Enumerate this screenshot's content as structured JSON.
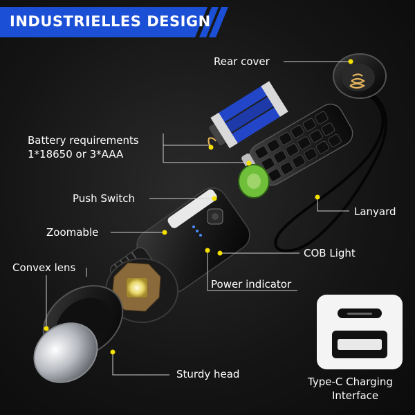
{
  "banner": {
    "title": "INDUSTRIELLES DESIGN"
  },
  "labels": {
    "rear_cover": "Rear cover",
    "battery_line1": "Battery requirements",
    "battery_line2": "1*18650 or 3*AAA",
    "push_switch": "Push Switch",
    "lanyard": "Lanyard",
    "zoomable": "Zoomable",
    "cob_light": "COB Light",
    "convex_lens": "Convex lens",
    "power_indicator": "Power indicator",
    "sturdy_head": "Sturdy head",
    "typec_line1": "Type-C Charging",
    "typec_line2": "Interface"
  },
  "colors": {
    "banner_blue": "#1a4fd6",
    "callout_dot": "#f5e100",
    "callout_line": "#d0d0d0",
    "battery_wrap": "#2346c8",
    "battery_green": "#6fbf3a"
  }
}
